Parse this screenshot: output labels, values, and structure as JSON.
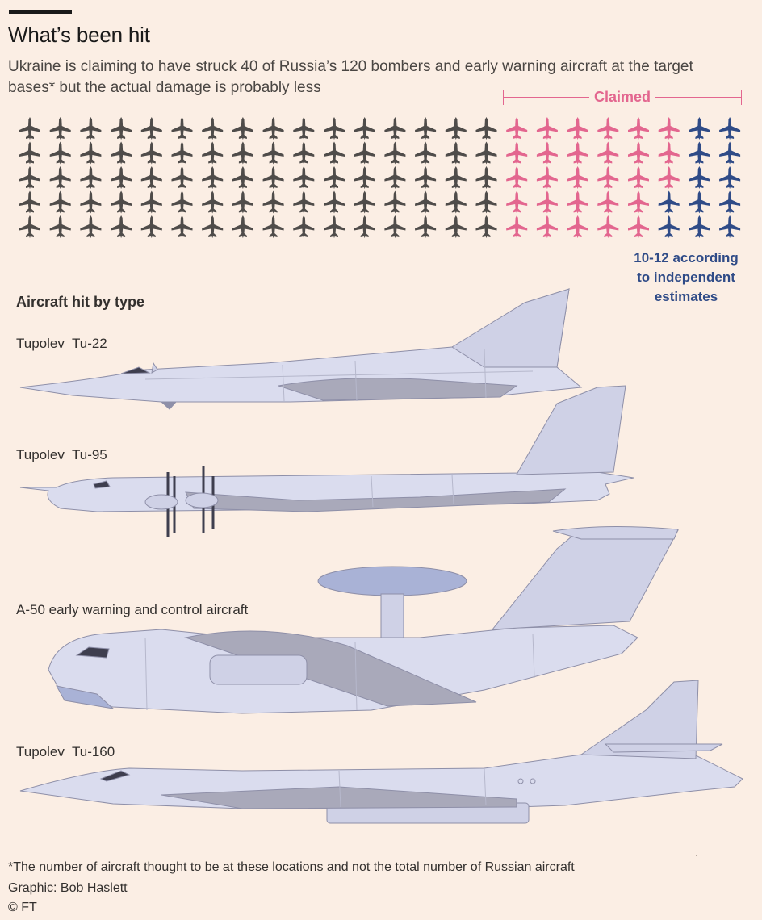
{
  "title": "What’s been hit",
  "subtitle": "Ukraine is claiming to have struck 40 of Russia’s 120 bombers and early warning aircraft at the target bases* but the actual damage is probably less",
  "claimed_label": "Claimed",
  "estimate_lines": [
    "10-12 according",
    "to independent",
    "estimates"
  ],
  "colors": {
    "background": "#fbeee4",
    "not_hit": "#4f4c4a",
    "claimed": "#e3668f",
    "independent": "#2f4b87",
    "aircraft_fill": "#dadcee",
    "aircraft_shadow": "#a9a9ba"
  },
  "pictogram": {
    "total": 120,
    "claimed": 40,
    "independent_estimate": "10-12",
    "columns": 24,
    "rows": 5,
    "icon": "plane-icon"
  },
  "section_heading": "Aircraft hit by type",
  "aircraft": [
    {
      "label": "Tupolev  Tu-22",
      "icon": "tu-22-aircraft-drawing"
    },
    {
      "label": "Tupolev  Tu-95",
      "icon": "tu-95-aircraft-drawing"
    },
    {
      "label": "A-50 early warning and control aircraft",
      "icon": "a-50-aircraft-drawing"
    },
    {
      "label": "Tupolev  Tu-160",
      "icon": "tu-160-aircraft-drawing"
    }
  ],
  "footer": {
    "note": "*The number of aircraft thought to be at these locations and not the total number of Russian aircraft",
    "credit": "Graphic: Bob Haslett",
    "copyright": "© FT"
  }
}
